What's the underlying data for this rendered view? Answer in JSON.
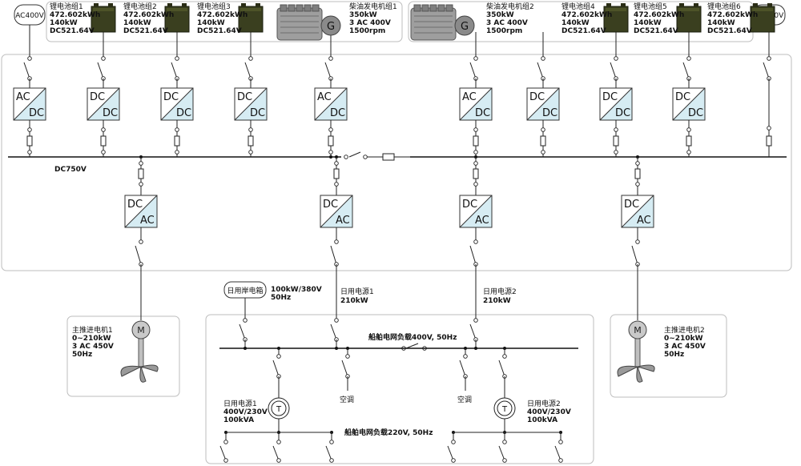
{
  "sources": {
    "ac400": "AC400V",
    "dc750": "DC750V"
  },
  "batteries": [
    {
      "name": "锂电池组1",
      "capacity": "472.602kWh",
      "power": "140kW",
      "voltage": "DC521.64V"
    },
    {
      "name": "锂电池组2",
      "capacity": "472.602kWh",
      "power": "140kW",
      "voltage": "DC521.64V"
    },
    {
      "name": "锂电池组3",
      "capacity": "472.602kWh",
      "power": "140kW",
      "voltage": "DC521.64V"
    },
    {
      "name": "锂电池组4",
      "capacity": "472.602kWh",
      "power": "140kW",
      "voltage": "DC521.64V"
    },
    {
      "name": "锂电池组5",
      "capacity": "472.602kWh",
      "power": "140kW",
      "voltage": "DC521.64V"
    },
    {
      "name": "锂电池组6",
      "capacity": "472.602kWh",
      "power": "140kW",
      "voltage": "DC521.64V"
    }
  ],
  "gensets": [
    {
      "name": "柴油发电机组1",
      "power": "350kW",
      "spec": "3 AC 400V",
      "speed": "1500rpm",
      "symbol": "G"
    },
    {
      "name": "柴油发电机组2",
      "power": "350kW",
      "spec": "3 AC 400V",
      "speed": "1500rpm",
      "symbol": "G"
    }
  ],
  "converters": {
    "top": [
      {
        "in": "AC",
        "out": "DC"
      },
      {
        "in": "DC",
        "out": "DC"
      },
      {
        "in": "DC",
        "out": "DC"
      },
      {
        "in": "DC",
        "out": "DC"
      },
      {
        "in": "AC",
        "out": "DC"
      },
      {
        "in": "AC",
        "out": "DC"
      },
      {
        "in": "DC",
        "out": "DC"
      },
      {
        "in": "DC",
        "out": "DC"
      },
      {
        "in": "DC",
        "out": "DC"
      }
    ],
    "bottom": [
      {
        "in": "DC",
        "out": "AC"
      },
      {
        "in": "DC",
        "out": "AC"
      },
      {
        "in": "DC",
        "out": "AC"
      },
      {
        "in": "DC",
        "out": "AC"
      }
    ]
  },
  "dc_bus_label": "DC750V",
  "shore": {
    "name": "日用岸电箱",
    "line1": "100kW/380V",
    "line2": "50Hz"
  },
  "daily_supplies": [
    {
      "name": "日用电源1",
      "power": "210kW"
    },
    {
      "name": "日用电源2",
      "power": "210kW"
    }
  ],
  "motors": [
    {
      "name": "主推进电机1",
      "range": "0~210kW",
      "spec": "3 AC 450V",
      "freq": "50Hz",
      "symbol": "M"
    },
    {
      "name": "主推进电机2",
      "range": "0~210kW",
      "spec": "3 AC 450V",
      "freq": "50Hz",
      "symbol": "M"
    }
  ],
  "ship_bus_400": "船舶电网负载400V, 50Hz",
  "ship_bus_220": "船舶电网负载220V, 50Hz",
  "aircon": [
    "空调",
    "空调"
  ],
  "transformers": [
    {
      "name": "日用电源1",
      "ratio": "400V/230V",
      "rating": "100kVA",
      "symbol": "T"
    },
    {
      "name": "日用电源2",
      "ratio": "400V/230V",
      "rating": "100kVA",
      "symbol": "T"
    }
  ]
}
